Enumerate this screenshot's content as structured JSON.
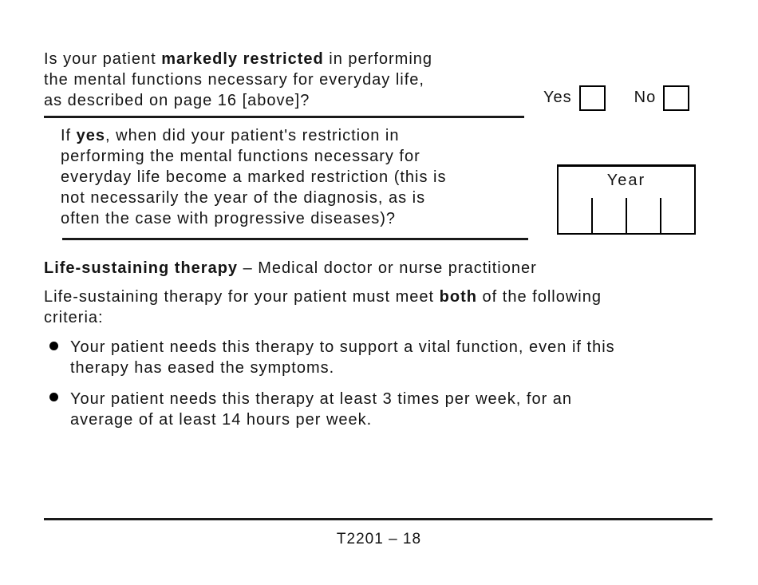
{
  "colors": {
    "text": "#141414",
    "line": "#1a1a1a",
    "background": "#ffffff"
  },
  "question": {
    "line1_pre": "Is your patient ",
    "line1_bold": "markedly restricted",
    "line1_post": " in performing",
    "line2": "the mental functions necessary for everyday life,",
    "line3": "as described on page 16 [above]?",
    "yes_label": "Yes",
    "no_label": "No"
  },
  "subquestion": {
    "line1_pre": "If ",
    "line1_bold": "yes",
    "line1_post": ", when did your patient's restriction in",
    "line2": "performing the mental functions necessary for",
    "line3": "everyday life become a marked restriction (this is",
    "line4": "not necessarily the year of the diagnosis, as is",
    "line5": "often the case with progressive diseases)?",
    "year_box_label": "Year"
  },
  "therapy_section": {
    "heading_bold": "Life-sustaining therapy",
    "heading_rest": " – Medical doctor or nurse practitioner",
    "intro_line1_pre": "Life-sustaining therapy for your patient must meet ",
    "intro_line1_bold": "both",
    "intro_line1_post": " of the following",
    "intro_line2": "criteria:",
    "bullets": [
      {
        "line1": "Your patient needs this therapy to support a vital function, even if this",
        "line2": "therapy has eased the symptoms."
      },
      {
        "line1": "Your patient needs this therapy at least 3 times per week, for an",
        "line2": "average of at least 14 hours per week."
      }
    ]
  },
  "footer": {
    "page_number": "T2201 – 18"
  }
}
